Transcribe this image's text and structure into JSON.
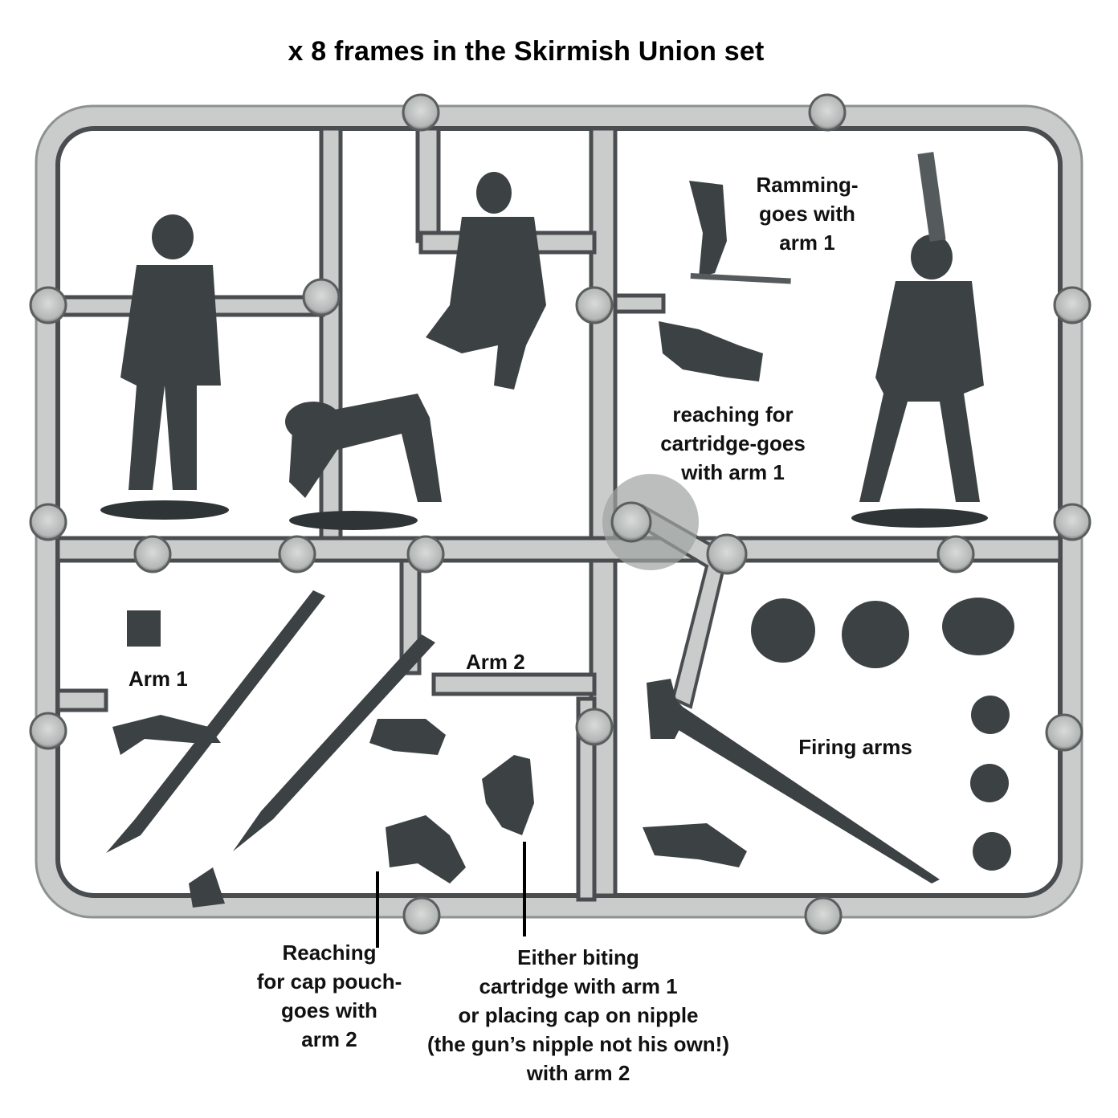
{
  "title": "x 8 frames in the Skirmish Union set",
  "colors": {
    "background": "#ffffff",
    "sprue_light": "#c9cccb",
    "sprue_dark": "#4a4d4f",
    "plastic_parts": "#3c4244",
    "label_text": "#111111"
  },
  "labels": {
    "ramming": "Ramming-\ngoes with\narm 1",
    "reaching_cartridge": "reaching for\ncartridge-goes\nwith arm 1",
    "arm1": "Arm 1",
    "arm2": "Arm 2",
    "firing_arms": "Firing arms",
    "cap_pouch": "Reaching\nfor cap pouch-\ngoes with\narm 2",
    "biting": "Either biting\ncartridge with arm 1\nor placing cap on nipple\n(the gun’s nipple not his own!)\nwith arm 2"
  },
  "parts": {
    "figures": [
      "standing-bearded-soldier",
      "kneeling-soldier",
      "crouching-legs",
      "standing-ramming-soldier"
    ],
    "heads_count": 6,
    "muskets_count": 3
  }
}
